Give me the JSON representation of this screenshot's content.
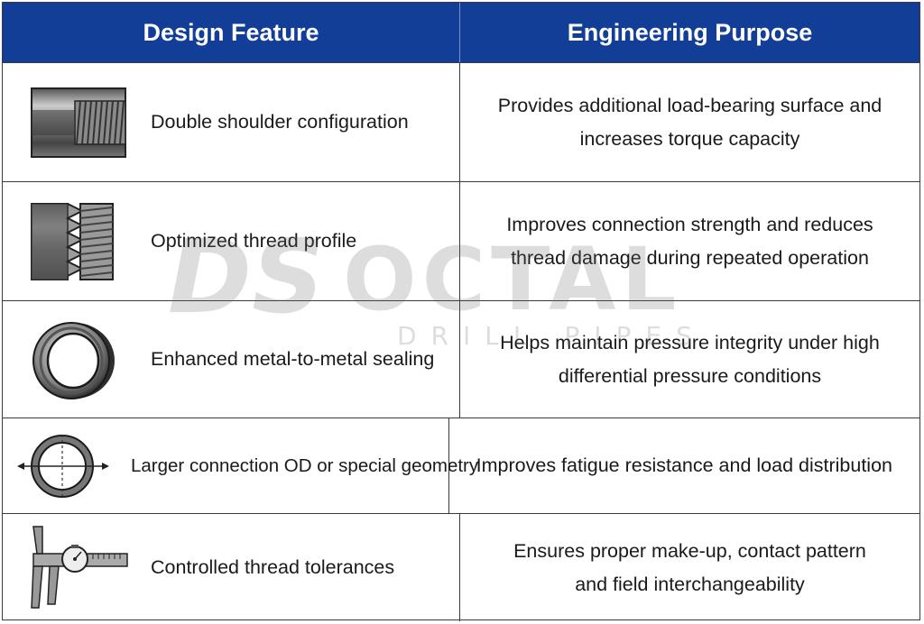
{
  "header": {
    "col1": "Design Feature",
    "col2": "Engineering Purpose"
  },
  "rows": [
    {
      "icon": "double-shoulder-connection-icon",
      "feature": "Double shoulder configuration",
      "purpose": "Provides additional load-bearing surface and increases torque capacity"
    },
    {
      "icon": "thread-profile-icon",
      "feature": "Optimized thread profile",
      "purpose": "Improves connection strength and reduces thread damage during repeated operation"
    },
    {
      "icon": "seal-ring-icon",
      "feature": "Enhanced metal-to-metal sealing",
      "purpose": "Helps maintain pressure integrity under high differential pressure conditions"
    },
    {
      "icon": "ring-dimension-arrows-icon",
      "feature": "Larger connection OD or special geometry",
      "purpose": "Improves fatigue resistance and load distribution"
    },
    {
      "icon": "caliper-gauge-icon",
      "feature": "Controlled thread tolerances",
      "purpose": "Ensures proper make-up, contact pattern and field interchangeability"
    }
  ],
  "watermark": {
    "brand": "OCTAL",
    "tagline": "DRILL PIPES",
    "logo_letters": "DS"
  },
  "colors": {
    "header_bg": "#123e97",
    "header_text": "#ffffff",
    "border": "#3a3a3a"
  }
}
